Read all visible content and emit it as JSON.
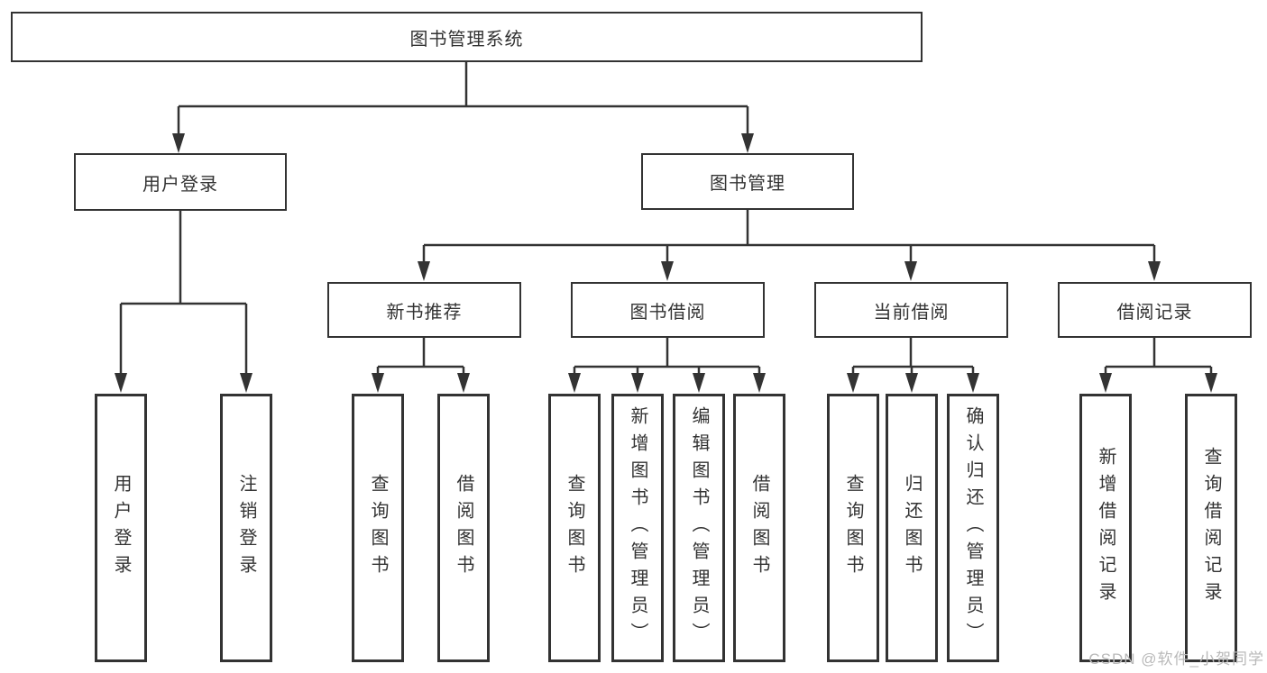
{
  "diagram": {
    "watermark": "CSDN @软件_小贺同学",
    "colors": {
      "line": "#333333",
      "text": "#333333",
      "background": "#ffffff",
      "watermark": "#b9b9b9"
    },
    "tree": {
      "root": {
        "label": "图书管理系统"
      },
      "branches": [
        {
          "label": "用户登录",
          "children": [
            {
              "label": "用户登录"
            },
            {
              "label": "注销登录"
            }
          ]
        },
        {
          "label": "图书管理",
          "groups": [
            {
              "label": "新书推荐",
              "children": [
                {
                  "label": "查询图书"
                },
                {
                  "label": "借阅图书"
                }
              ]
            },
            {
              "label": "图书借阅",
              "children": [
                {
                  "label": "查询图书"
                },
                {
                  "label": "新增图书（管理员）"
                },
                {
                  "label": "编辑图书（管理员）"
                },
                {
                  "label": "借阅图书"
                }
              ]
            },
            {
              "label": "当前借阅",
              "children": [
                {
                  "label": "查询图书"
                },
                {
                  "label": "归还图书"
                },
                {
                  "label": "确认归还（管理员）"
                }
              ]
            },
            {
              "label": "借阅记录",
              "children": [
                {
                  "label": "新增借阅记录"
                },
                {
                  "label": "查询借阅记录"
                }
              ]
            }
          ]
        }
      ]
    }
  }
}
